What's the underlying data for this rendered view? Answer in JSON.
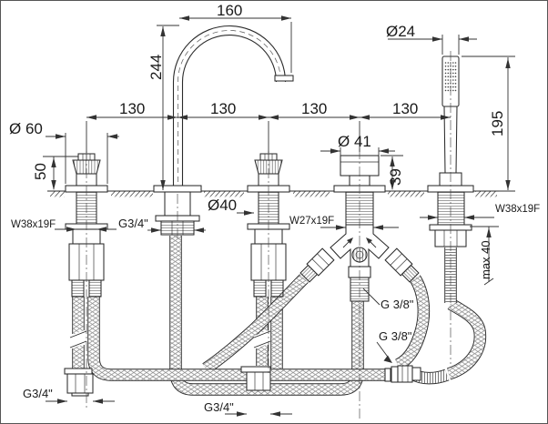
{
  "palette": {
    "line": "#2b2b2b",
    "text": "#1a1a1a",
    "bg": "#ffffff"
  },
  "drawing": {
    "type": "bath-mixer-installation-drawing",
    "units_mm": true,
    "dimensions": {
      "spout_width": "160",
      "spout_height": "244",
      "shower_diameter": "Ø24",
      "spacing1": "130",
      "spacing2": "130",
      "spacing3": "130",
      "spacing4": "130",
      "handle_diameter": "Ø 60",
      "handle_height": "50",
      "diverter_diameter": "Ø 41",
      "diverter_height": "39",
      "shower_height": "195",
      "hole_diameter": "Ø40",
      "max_deck_thickness": "max 40"
    },
    "threads": {
      "valve_left_shank": "W38x19F",
      "spout_connection": "G3/4\"",
      "diverter_shank": "W27x19F",
      "holder_shank": "W38x19F",
      "diverter_outlet": "G 3/8\"",
      "shower_hose_fitting": "G 3/8\"",
      "hose_end_left": "G3/4\"",
      "hose_end_center": "G3/4\""
    }
  }
}
